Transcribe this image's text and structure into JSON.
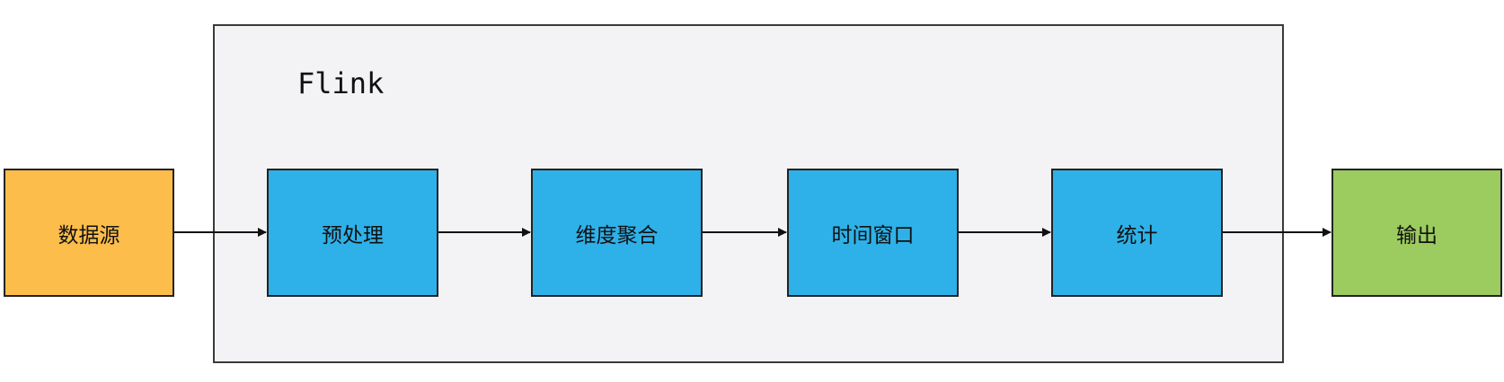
{
  "diagram": {
    "container_title": "Flink",
    "nodes": {
      "source": {
        "label": "数据源",
        "color": "#fdbd4b"
      },
      "preprocess": {
        "label": "预处理",
        "color": "#2eb1e8"
      },
      "dimension_aggregation": {
        "label": "维度聚合",
        "color": "#2eb1e8"
      },
      "time_window": {
        "label": "时间窗口",
        "color": "#2eb1e8"
      },
      "statistics": {
        "label": "统计",
        "color": "#2eb1e8"
      },
      "output": {
        "label": "输出",
        "color": "#9ccb5f"
      }
    },
    "container_color": "#f3f2f4",
    "edges": [
      {
        "from": "数据源",
        "to": "预处理"
      },
      {
        "from": "预处理",
        "to": "维度聚合"
      },
      {
        "from": "维度聚合",
        "to": "时间窗口"
      },
      {
        "from": "时间窗口",
        "to": "统计"
      },
      {
        "from": "统计",
        "to": "输出"
      }
    ]
  }
}
